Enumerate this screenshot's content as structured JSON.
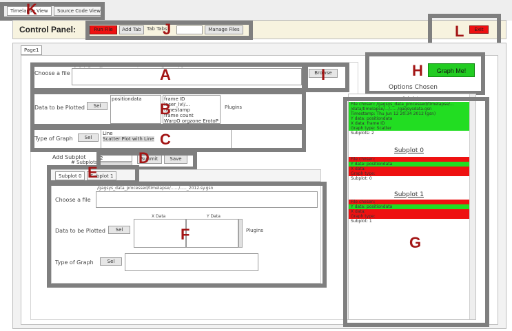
{
  "window_tabs": [
    "Timelapse View",
    "Source Code View"
  ],
  "control_panel": {
    "title": "Control Panel:",
    "buttons": [
      "Run File",
      "Add Tab",
      "Tab Tabs",
      "Manage Files"
    ],
    "exit_label": "Exit"
  },
  "page_tab": "Page1",
  "choose_file": {
    "label": "Choose a file",
    "path": "/gagsys_data_processed/timelapse/....../....._2012.sy.gsn",
    "browse_label": "Browse"
  },
  "data_to_plot": {
    "label": "Data to be Plotted",
    "button": "Sel",
    "list1": [
      "positiondata"
    ],
    "list2": [
      "frame ID",
      "laser_lvl/...",
      "timestamp",
      "frame count",
      "WarpO orgzone ErotoP"
    ],
    "right_label": "Plugins"
  },
  "type_of_graph": {
    "label": "Type of Graph",
    "button": "Sel",
    "header": "Line",
    "value": "Scatter Plot with Line"
  },
  "add_subplot": {
    "label": "Add Subplot",
    "subplots_label": "# Subplots",
    "count": "2",
    "submit": "Submit",
    "save": "Save"
  },
  "subtabs": [
    "Subplot 0",
    "Subplot 1"
  ],
  "subplot_panel": {
    "path": "/gagsys_data_processed/timelapse/....../....._2012.sy.gsn",
    "choose_file": "Choose a file",
    "data_plotted": "Data to be Plotted",
    "col1": "X Data",
    "col2": "Y Data",
    "plugins": "Plugins",
    "type_graph": "Type of Graph",
    "sel": "Sel"
  },
  "graph_button": "Graph Me!",
  "options_chosen": "Options Chosen",
  "log": {
    "header": "Subplot",
    "main_lines": [
      "File chosen: /gagsys_data_processed/timelapse/...",
      "/data/timelapse/.../....../gagsysdata.gsn",
      "Timestamp: Thu Jun 12 20:34 2012 (gsn)",
      "Y data: positiondata",
      "X data: frame ID",
      "Graph type: Scatter"
    ],
    "main_footer": "Subplots: 2",
    "sub0_title": "Subplot 0",
    "sub0_lines": [
      "File chosen:",
      "Y data: positiondata",
      "X data:",
      "Graph type:"
    ],
    "sub0_footer": "Subplot: 0",
    "sub1_title": "Subplot 1",
    "sub1_lines": [
      "File chosen:",
      "Y data: positiondata",
      "X data:",
      "Graph type:"
    ],
    "sub1_footer": "Subplot: 1"
  },
  "markers": {
    "A": "A",
    "B": "B",
    "C": "C",
    "D": "D",
    "E": "E",
    "F": "F",
    "G": "G",
    "H": "H",
    "I": "I",
    "J": "J",
    "K": "K",
    "L": "L"
  }
}
